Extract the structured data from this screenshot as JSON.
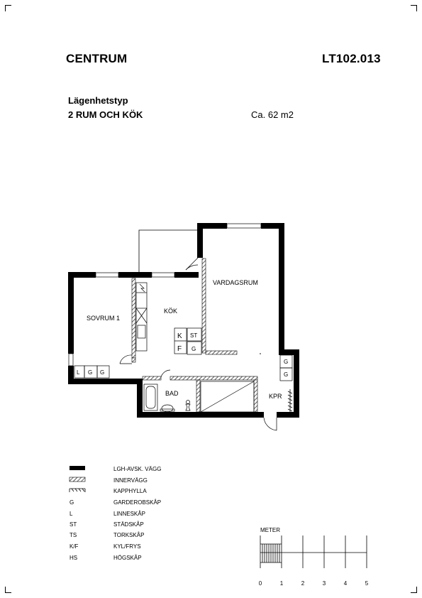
{
  "header": {
    "area_name": "CENTRUM",
    "object_id": "LT102.013"
  },
  "apartment": {
    "type_label": "Lägenhetstyp",
    "type_value": "2 RUM OCH KÖK",
    "area": "Ca. 62 m2"
  },
  "rooms": {
    "bedroom": "SOVRUM 1",
    "kitchen": "KÖK",
    "living": "VARDAGSRUM",
    "bathroom": "BAD",
    "closet": "KPR"
  },
  "fixtures": {
    "l": "L",
    "g1": "G",
    "g2": "G",
    "k": "K",
    "st": "ST",
    "f": "F",
    "g3": "G",
    "g4": "G",
    "g5": "G"
  },
  "legend": [
    {
      "code": "",
      "desc": "LGH-AVSK. VÄGG"
    },
    {
      "code": "",
      "desc": "INNERVÄGG"
    },
    {
      "code": "",
      "desc": "KAPPHYLLA"
    },
    {
      "code": "G",
      "desc": "GARDEROBSKÅP"
    },
    {
      "code": "L",
      "desc": "LINNESKÅP"
    },
    {
      "code": "ST",
      "desc": "STÄDSKÅP"
    },
    {
      "code": "TS",
      "desc": "TORKSKÅP"
    },
    {
      "code": "K/F",
      "desc": "KYL/FRYS"
    },
    {
      "code": "HS",
      "desc": "HÖGSKÅP"
    }
  ],
  "scale": {
    "label": "METER",
    "ticks": [
      "0",
      "1",
      "2",
      "3",
      "4",
      "5"
    ]
  }
}
